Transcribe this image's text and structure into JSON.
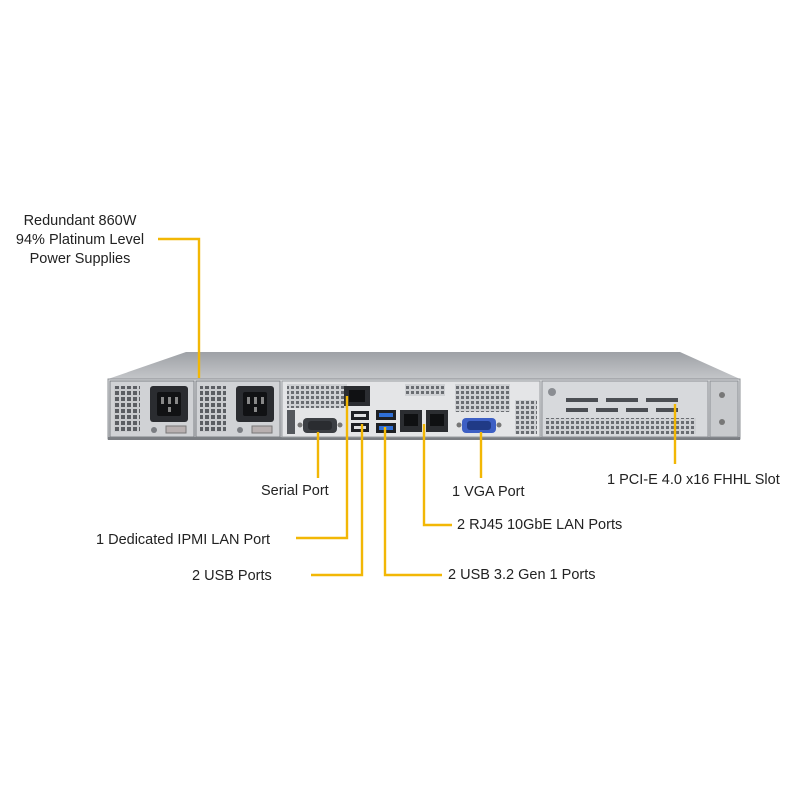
{
  "colors": {
    "leader": "#f2b705",
    "chassis": "#b9bcc0",
    "chassis_dark": "#6d7075",
    "panel": "#d6d8db",
    "text": "#222222",
    "usb3_blue": "#2f6fd6",
    "vga_blue": "#3d5fc4"
  },
  "callouts": {
    "psu": [
      "Redundant  860W",
      "94% Platinum  Level",
      "Power Supplies"
    ],
    "serial": "Serial Port",
    "ipmi": "1 Dedicated IPMI  LAN Port",
    "usb2": "2 USB Ports",
    "usb3": "2 USB 3.2 Gen 1 Ports",
    "lan": "2 RJ45  10GbE LAN Ports",
    "vga": "1 VGA Port",
    "pcie": "1 PCI-E 4.0 x16 FHHL Slot"
  }
}
